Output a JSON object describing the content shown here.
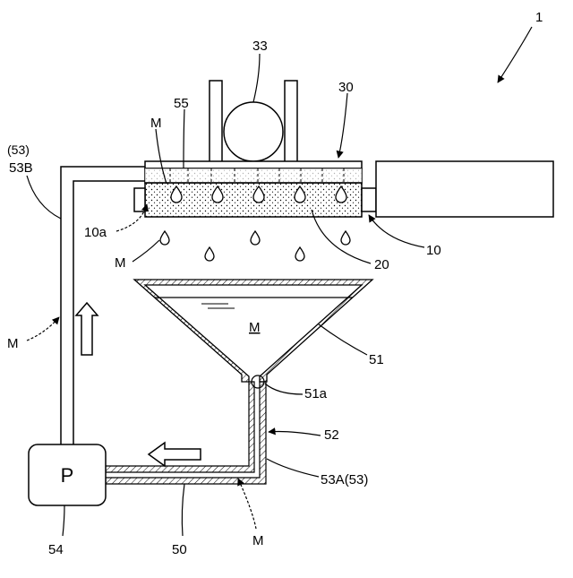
{
  "labels": {
    "fig_number": "1",
    "motor": "33",
    "member_30": "30",
    "member_55": "55",
    "m_top": "M",
    "pipe_53b_group": "(53)",
    "pipe_53b": "53B",
    "inlet_10a": "10a",
    "m_falling": "M",
    "m_left": "M",
    "block_10": "10",
    "sponge_20": "20",
    "funnel_51": "51",
    "funnel_outlet_51a": "51a",
    "funnel_liquid": "M",
    "pipe_52": "52",
    "pipe_53a": "53A(53)",
    "pump_54": "54",
    "pump_symbol": "P",
    "circuit_50": "50",
    "m_bottom": "M"
  }
}
